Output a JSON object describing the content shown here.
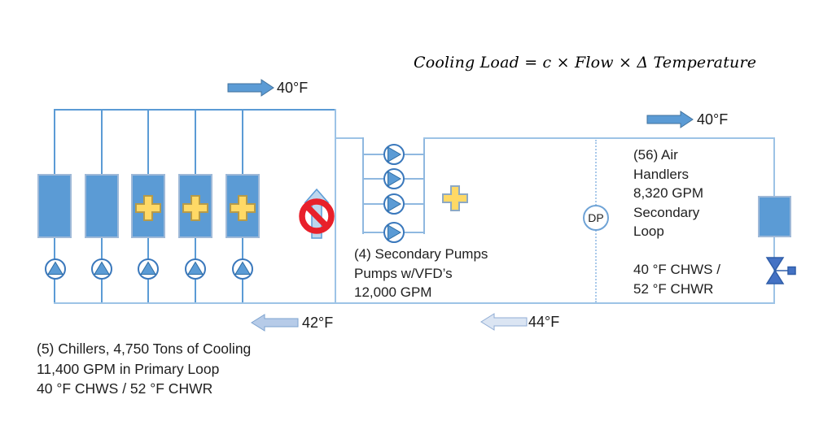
{
  "title_formula": "Cooling Load = c × Flow ×  Δ Temperature",
  "flow_arrows": {
    "primary_supply_label": "40°F",
    "secondary_supply_label": "40°F",
    "primary_return_label": "42°F",
    "secondary_return_label": "44°F"
  },
  "primary_loop": {
    "chiller_count": 5,
    "chillers_offline": 3,
    "caption": [
      "(5) Chillers, 4,750 Tons of Cooling",
      "11,400 GPM in Primary Loop",
      "40 °F CHWS / 52 °F CHWR"
    ]
  },
  "secondary_pumps": {
    "pump_count": 4,
    "caption": [
      "(4) Secondary Pumps",
      "Pumps w/VFD’s",
      "12,000 GPM"
    ]
  },
  "air_handlers": {
    "caption": [
      "(56) Air",
      "Handlers",
      "8,320 GPM",
      "Secondary",
      "Loop"
    ],
    "temps": [
      "40 °F CHWS /",
      "52 °F CHWR"
    ]
  },
  "dp_sensor_label": "DP",
  "icons": {
    "pump": "circle-with-triangle",
    "offline_mark": "gold-plus",
    "no_flow": "red-prohibition-over-up-arrow",
    "valve": "two-way-control-valve"
  },
  "colors": {
    "equipment_blue": "#5b9bd5",
    "pipe_light_blue": "#9dc3e6",
    "plus_gold": "#ffd966",
    "no_flow_red": "#e8202a",
    "valve_blue": "#4472c4",
    "arrow_supply": "#5b9bd5",
    "arrow_return_primary": "#b6cbe8",
    "arrow_return_secondary": "#dbe5f3"
  }
}
